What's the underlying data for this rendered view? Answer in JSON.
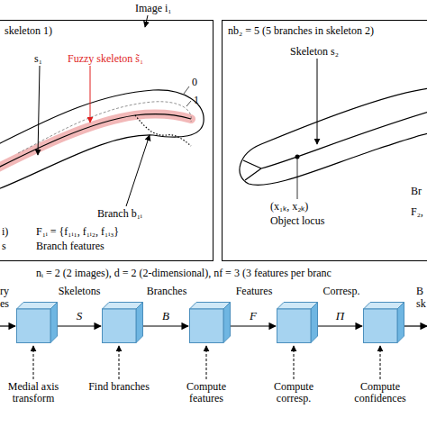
{
  "diagram": {
    "nodes": [
      {
        "text": [
          "skeleton 1)"
        ]
      },
      {
        "text": [
          "nb₂ = 5 (5 branches in skeleton 2)"
        ]
      },
      {
        "text": [
          "Medial axis transform"
        ]
      },
      {
        "text": [
          "Find branches"
        ]
      },
      {
        "text": [
          "Compute features"
        ]
      },
      {
        "text": [
          "Compute corresp."
        ]
      },
      {
        "text": [
          "Compute confidences"
        ]
      }
    ],
    "edges": [
      {
        "from": 2,
        "to": 3,
        "label": "S",
        "arrow": "to"
      },
      {
        "from": 3,
        "to": 4,
        "label": "B",
        "arrow": "to"
      },
      {
        "from": 4,
        "to": 5,
        "label": "F",
        "arrow": "to"
      },
      {
        "from": 5,
        "to": 6,
        "label": "Π",
        "arrow": "to"
      }
    ],
    "labels": [
      "Image i₁",
      "s₁",
      "Fuzzy skeleton s̃₁",
      "0",
      "1",
      "Branch b₁ᵢ",
      "F₁ᵢ = {f₁ᵢ₁, f₁ᵢ₂, f₁ᵢ₃}",
      "Branch features",
      "i)",
      "s",
      "Skeleton s₂",
      "(x₁ₖ, x₂ₖ)",
      "Object locus",
      "Br",
      "F₂,",
      "nᵢ = 2 (2 images), d = 2 (2-dimensional), nf = 3 (3 features per branc",
      "ry",
      "es",
      "Skeletons",
      "Branches",
      "Features",
      "Corresp.",
      "B",
      "sk"
    ]
  }
}
